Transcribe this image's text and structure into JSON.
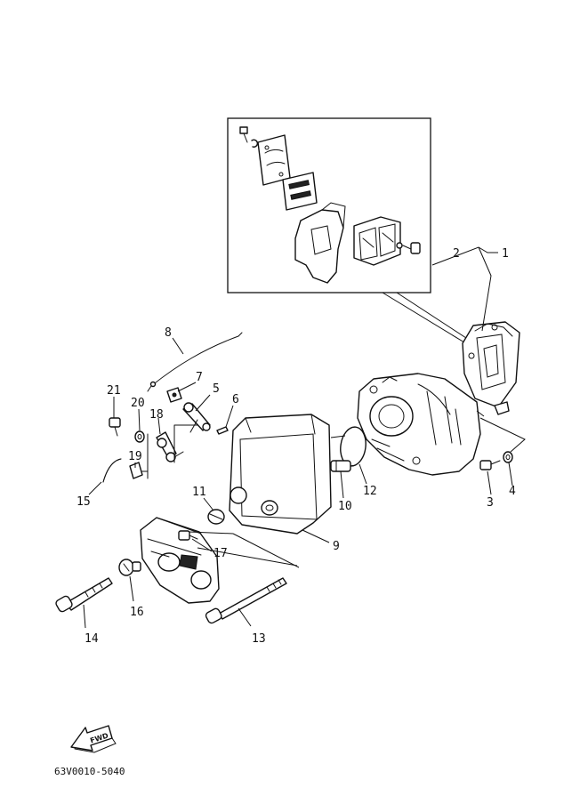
{
  "callouts": [
    "1",
    "2",
    "3",
    "4",
    "5",
    "6",
    "7",
    "8",
    "9",
    "10",
    "11",
    "12",
    "13",
    "14",
    "15",
    "16",
    "17",
    "18",
    "19",
    "20",
    "21"
  ],
  "fwd_label": "FWD",
  "diagram_code": "63V0010-5040"
}
